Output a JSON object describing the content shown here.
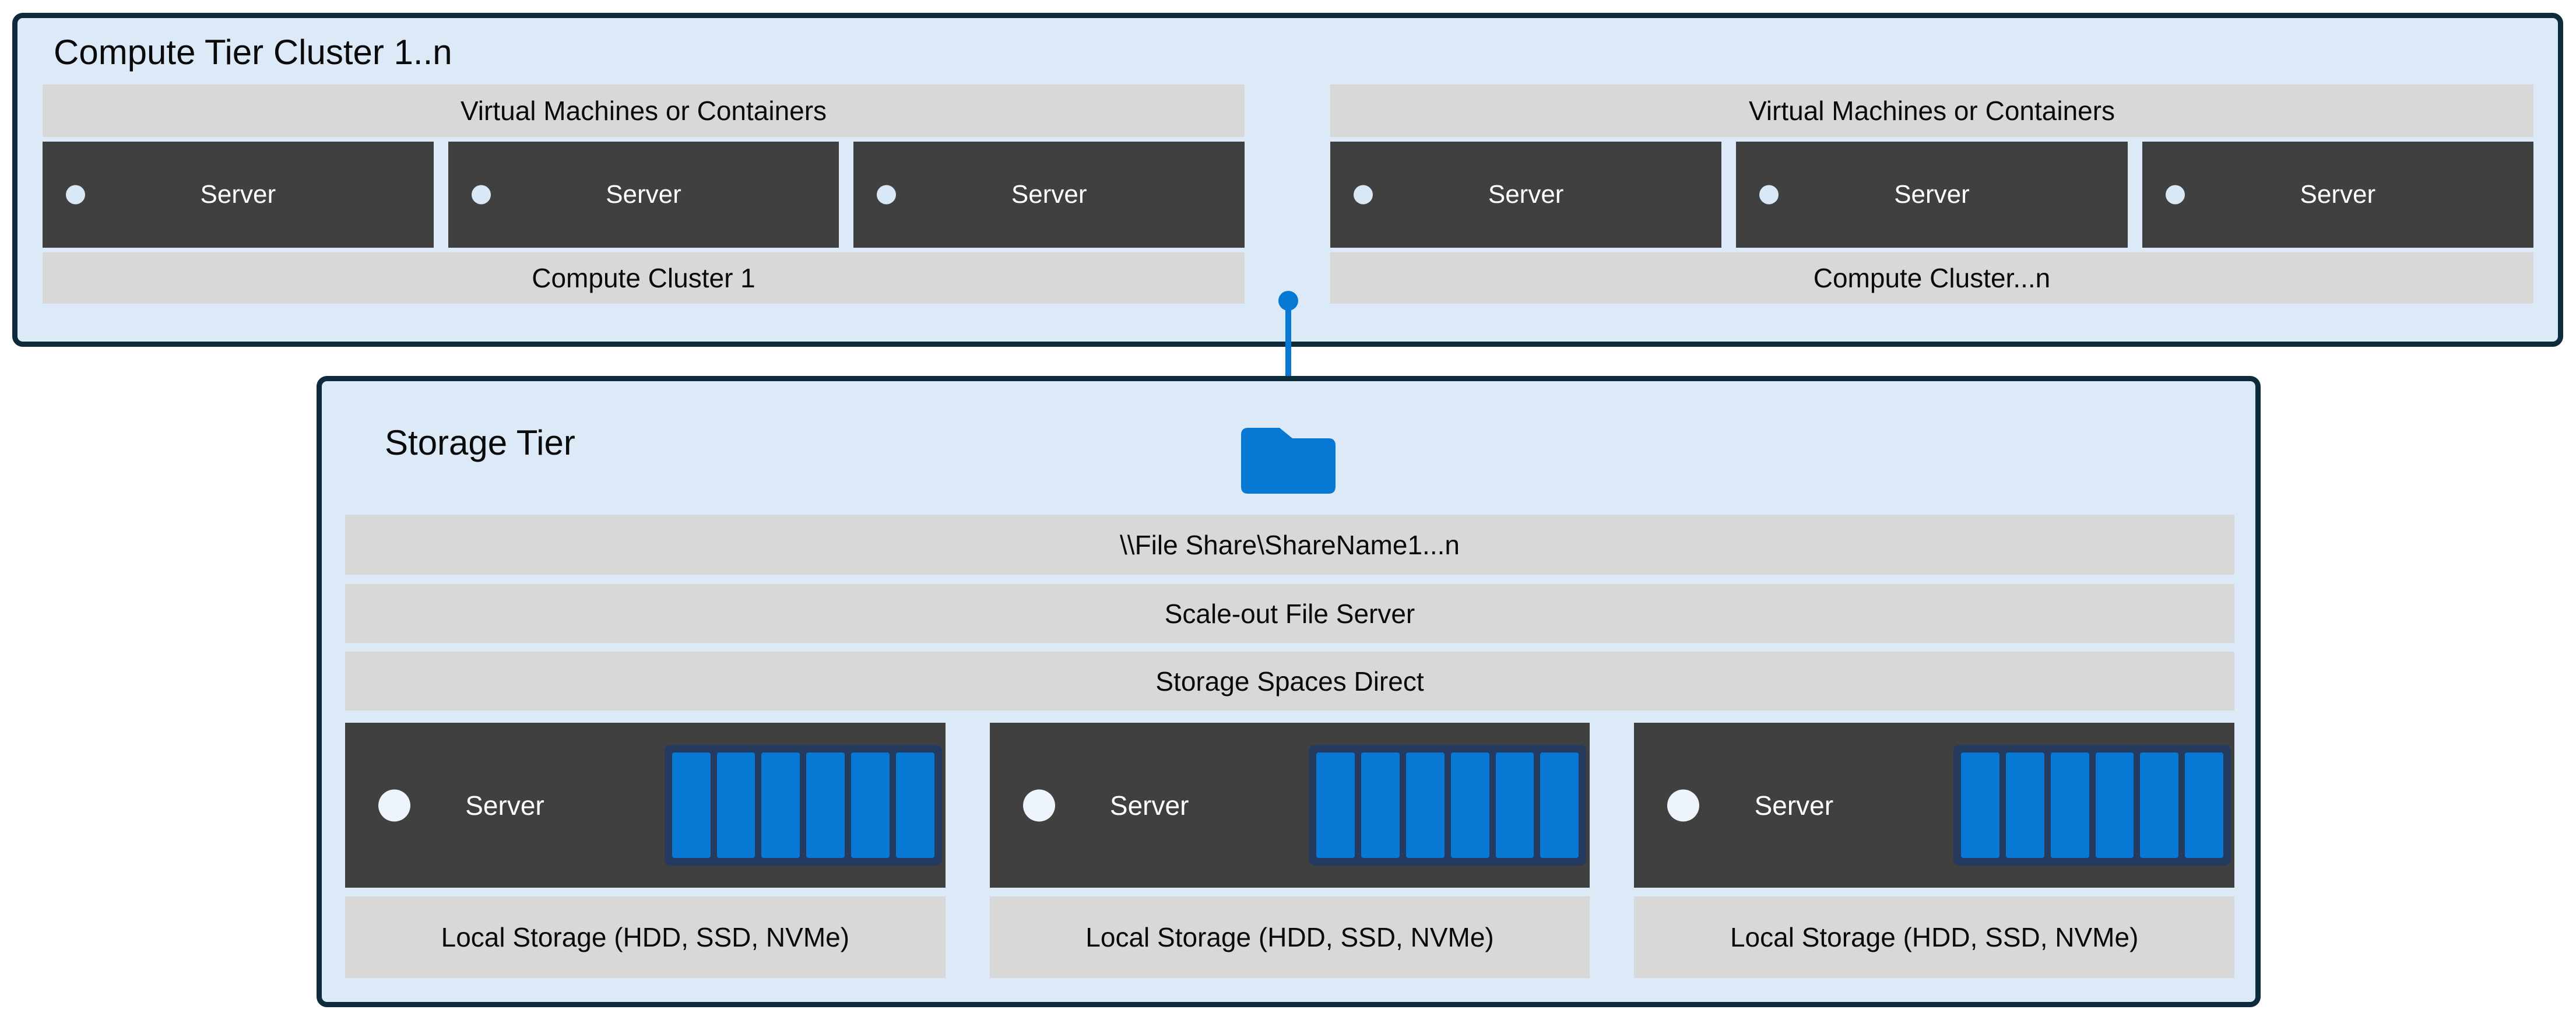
{
  "compute_tier": {
    "title": "Compute Tier Cluster 1..n",
    "clusters": [
      {
        "header": "Virtual Machines or Containers",
        "footer": "Compute Cluster 1",
        "servers": [
          "Server",
          "Server",
          "Server"
        ]
      },
      {
        "header": "Virtual Machines or Containers",
        "footer": "Compute Cluster...n",
        "servers": [
          "Server",
          "Server",
          "Server"
        ]
      }
    ]
  },
  "storage_tier": {
    "title": "Storage Tier",
    "bars": [
      "\\\\File Share\\ShareName1...n",
      "Scale-out File Server",
      "Storage Spaces Direct"
    ],
    "servers": [
      {
        "label": "Server",
        "disk_count": 6,
        "local_storage": "Local Storage (HDD, SSD, NVMe)"
      },
      {
        "label": "Server",
        "disk_count": 6,
        "local_storage": "Local Storage (HDD, SSD, NVMe)"
      },
      {
        "label": "Server",
        "disk_count": 6,
        "local_storage": "Local Storage (HDD, SSD, NVMe)"
      }
    ]
  },
  "icons": {
    "folder": "file-share-folder-icon",
    "connector": "compute-to-storage-connector"
  },
  "colors": {
    "tier_fill": "#dce9f7",
    "tier_border": "#0d2b3b",
    "label_bar": "#d8d8d8",
    "server_box": "#404040",
    "accent_blue": "#0778d4",
    "disk_frame_navy": "#243a5e",
    "server_text": "#ffffff",
    "text": "#0a0a0a"
  }
}
